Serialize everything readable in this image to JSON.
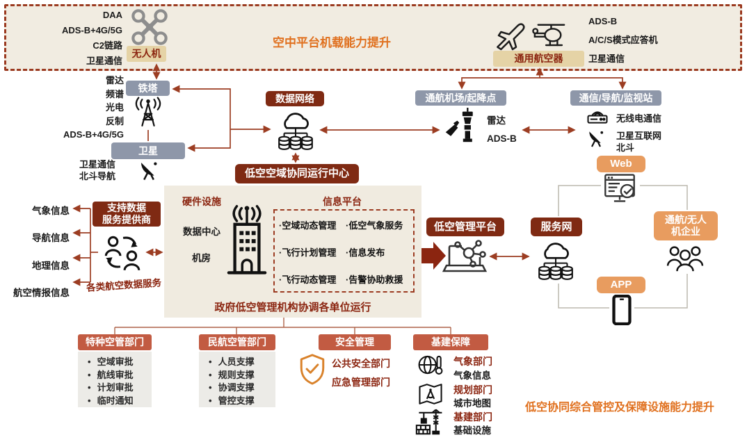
{
  "top_banner": {
    "title": "空中平台机载能力提升",
    "drone": {
      "badge": "无人机",
      "features": [
        "DAA",
        "ADS-B+4G/5G",
        "C2链路",
        "卫星通信"
      ]
    },
    "general_aviation": {
      "badge": "通用航空器",
      "features": [
        "ADS-B",
        "A/C/S模式应答机",
        "卫星通信"
      ]
    }
  },
  "ground": {
    "tower": {
      "badge": "铁塔",
      "features": [
        "雷达",
        "频谱",
        "光电",
        "反制",
        "ADS-B+4G/5G"
      ]
    },
    "satellite": {
      "badge": "卫星",
      "features": [
        "卫星通信",
        "北斗导航"
      ]
    },
    "data_network": {
      "badge": "数据网络"
    },
    "airport": {
      "badge": "通航机场/起降点",
      "features": [
        "雷达",
        "ADS-B"
      ]
    },
    "cns": {
      "badge": "通信/导航/监视站",
      "radio": "无线电通信",
      "sat": [
        "卫星互联网",
        "北斗"
      ]
    }
  },
  "center": {
    "badge": "低空空域协同运行中心",
    "hardware_title": "硬件设施",
    "hardware_items": [
      "数据中心",
      "机房"
    ],
    "info_title": "信息平台",
    "info_items": [
      "·空域动态管理",
      "·低空气象服务",
      "·飞行计划管理",
      "·信息发布",
      "·飞行动态管理",
      "·告警协助救援"
    ],
    "footer": "政府低空管理机构协调各单位运行"
  },
  "provider": {
    "badge_line1": "支持数据",
    "badge_line2": "服务提供商",
    "outputs": [
      "气象信息",
      "导航信息",
      "地理信息",
      "航空情报信息"
    ],
    "caption": "各类航空数据服务"
  },
  "platforms": {
    "management": "低空管理平台",
    "service_net": "服务网",
    "web": "Web",
    "app": "APP",
    "enterprise_line1": "通航/无人",
    "enterprise_line2": "机企业"
  },
  "government": {
    "special": {
      "badge": "特种空管部门",
      "items": [
        "空域审批",
        "航线审批",
        "计划审批",
        "临时通知"
      ]
    },
    "civil": {
      "badge": "民航空管部门",
      "items": [
        "人员支撑",
        "规则支撑",
        "协调支撑",
        "管控支撑"
      ]
    },
    "safety": {
      "badge": "安全管理",
      "items": [
        "公共安全部门",
        "应急管理部门"
      ]
    },
    "infra": {
      "badge": "基建保障",
      "rows": [
        {
          "title": "气象部门",
          "sub": "气象信息"
        },
        {
          "title": "规划部门",
          "sub": "城市地图"
        },
        {
          "title": "基建部门",
          "sub": "基础设施"
        }
      ]
    },
    "caption": "低空协同综合管控及保障设施能力提升"
  },
  "colors": {
    "dark_red_badge": "#7F2A13",
    "dark_red_text": "#8B2510",
    "gray_blue": "#8E97A9",
    "tan": "#E5D3A6",
    "orange": "#E89C5F",
    "vermilion": "#C25B42",
    "accent_orange_text": "#E0701E",
    "wire": "#9C3D22",
    "loop_line": "#BCB8AE",
    "banner_bg": "#F1ECE1",
    "center_bg": "#F0EBE0",
    "panel_bg": "#ECEBE7"
  }
}
